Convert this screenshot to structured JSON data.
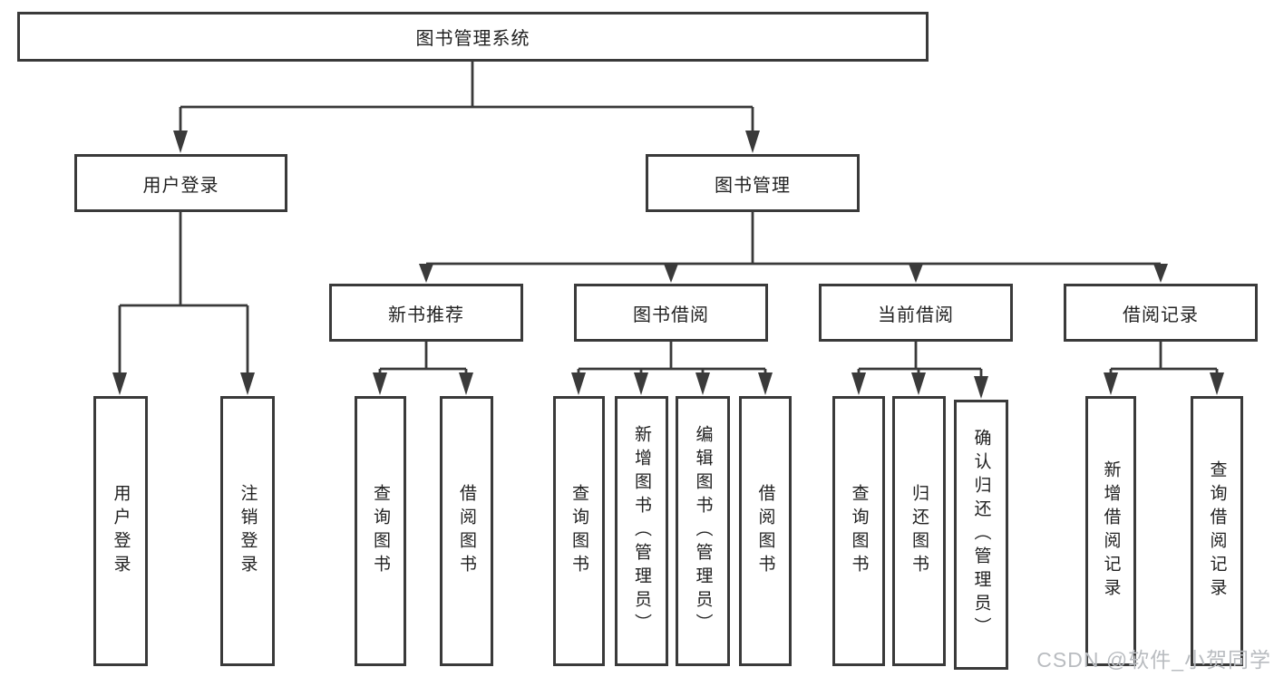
{
  "tree": {
    "root": "图书管理系统",
    "branches": [
      {
        "label": "用户登录",
        "children": [
          "用户登录",
          "注销登录"
        ]
      },
      {
        "label": "图书管理",
        "sections": [
          {
            "label": "新书推荐",
            "children": [
              "查询图书",
              "借阅图书"
            ]
          },
          {
            "label": "图书借阅",
            "children": [
              "查询图书",
              "新增图书（管理员）",
              "编辑图书（管理员）",
              "借阅图书"
            ]
          },
          {
            "label": "当前借阅",
            "children": [
              "查询图书",
              "归还图书",
              "确认归还（管理员）"
            ]
          },
          {
            "label": "借阅记录",
            "children": [
              "新增借阅记录",
              "查询借阅记录"
            ]
          }
        ]
      }
    ]
  },
  "watermark": "CSDN @软件_小贺同学",
  "colors": {
    "line": "#3a3a3a",
    "text": "#222222",
    "watermark": "#b9bcc0",
    "bg": "#ffffff"
  }
}
